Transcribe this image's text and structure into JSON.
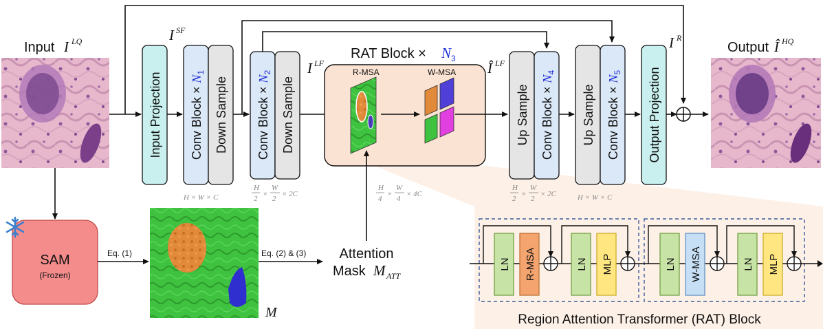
{
  "input": {
    "label": "Input",
    "sym": "I",
    "sup": "LQ"
  },
  "output": {
    "label": "Output",
    "sym": "Î",
    "sup": "HQ"
  },
  "isf": {
    "sym": "I",
    "sup": "SF"
  },
  "ilf": {
    "sym": "I",
    "sup": "LF"
  },
  "ihat_lf": {
    "sym": "Î",
    "sup": "LF"
  },
  "ir": {
    "sym": "I",
    "sup": "R"
  },
  "blocks": {
    "input_projection": "Input Projection",
    "conv_block_prefix": "Conv Block ×",
    "down_sample": "Down Sample",
    "up_sample": "Up Sample",
    "output_projection": "Output Projection",
    "n1": "N",
    "n1_sub": "1",
    "n2": "N",
    "n2_sub": "2",
    "n4": "N",
    "n4_sub": "4",
    "n5": "N",
    "n5_sub": "5"
  },
  "rat": {
    "title_prefix": "RAT Block ×",
    "n3": "N",
    "n3_sub": "3",
    "r_msa": "R-MSA",
    "w_msa": "W-MSA"
  },
  "dims": {
    "d1": "H × W × C",
    "d2_H": "H",
    "d2_2a": "2",
    "d2_W": "W",
    "d2_2b": "2",
    "d2_rest": "× 2C",
    "d3_H": "H",
    "d3_4a": "4",
    "d3_W": "W",
    "d3_4b": "4",
    "d3_rest": "× 4C",
    "d4_H": "H",
    "d4_2a": "2",
    "d4_W": "W",
    "d4_2b": "2",
    "d4_rest": "× 2C",
    "d5": "H × W × C"
  },
  "sam": {
    "title": "SAM",
    "subtitle": "(Frozen)",
    "snowflake": "snowflake-icon"
  },
  "eq1": "Eq. (1)",
  "eq23": "Eq. (2) & (3)",
  "mask_label": "M",
  "attention": {
    "line1": "Attention",
    "line2": "Mask",
    "sym": "M",
    "sub": "ATT"
  },
  "detail": {
    "ln": "LN",
    "r_msa": "R-MSA",
    "w_msa": "W-MSA",
    "mlp": "MLP",
    "caption": "Region Attention Transformer (RAT) Block"
  },
  "colors": {
    "cyan": "#c9f0ee",
    "light_blue": "#dbe8f7",
    "gray": "#e5e5e5",
    "sam_red": "#f58c8c",
    "rat_bg": "#fbe3d3",
    "ln_green": "#c8e3a6",
    "rmsa_orange": "#f4a46f",
    "wmsa_blue": "#c6dff5",
    "mlp_yellow": "#ffe680",
    "accent_blue": "#1f2fd6"
  }
}
